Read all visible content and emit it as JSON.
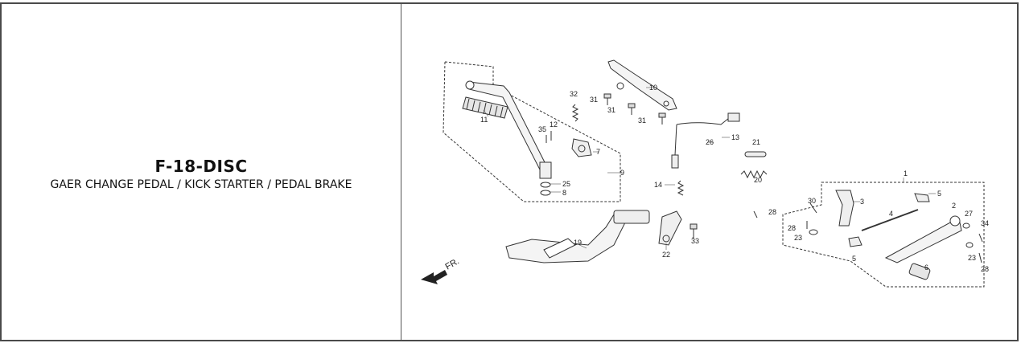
{
  "section": {
    "code": "F-18-DISC",
    "description": "GAER CHANGE PEDAL / KICK STARTER / PEDAL BRAKE"
  },
  "diagram": {
    "direction_label": "FR.",
    "callouts": [
      "1",
      "2",
      "3",
      "4",
      "5",
      "5",
      "6",
      "7",
      "8",
      "9",
      "10",
      "11",
      "12",
      "13",
      "14",
      "19",
      "20",
      "21",
      "22",
      "23",
      "23",
      "25",
      "26",
      "27",
      "28",
      "28",
      "28",
      "30",
      "31",
      "31",
      "31",
      "32",
      "33",
      "34",
      "35"
    ]
  }
}
